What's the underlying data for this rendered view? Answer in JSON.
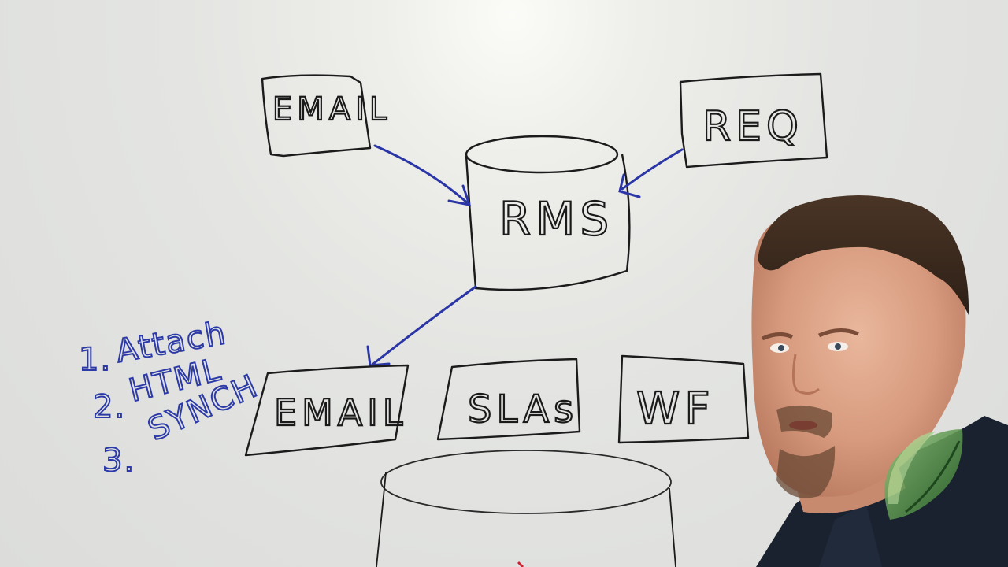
{
  "whiteboard": {
    "top_left_box": "EMAIL",
    "top_right_box": "REQ",
    "center_cylinder": "RMS",
    "bottom_boxes": [
      "EMAIL",
      "SLAs",
      "WF"
    ],
    "numbered_list": {
      "numbers": [
        "1.",
        "2.",
        "3."
      ],
      "items": [
        "Attach",
        "HTML",
        "SYNCH"
      ]
    }
  },
  "colors": {
    "marker_black": "#1a1a1a",
    "marker_blue": "#2c3aa8",
    "board": "#e4e5e2",
    "logo_green": "#4d8a3a"
  },
  "presenter": "man-presenting-at-whiteboard",
  "logo": "green-leaf-logo"
}
